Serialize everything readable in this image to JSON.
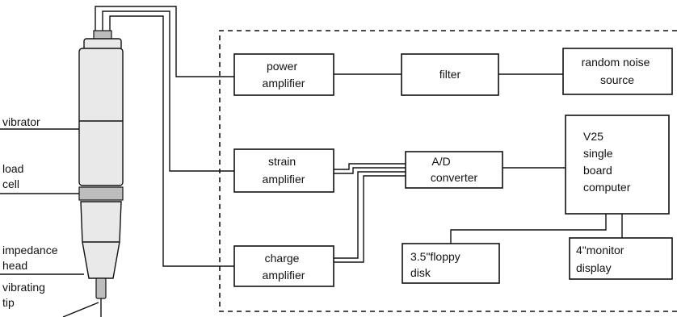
{
  "diagram": {
    "blocks": {
      "power_amplifier": [
        "power",
        "amplifier"
      ],
      "filter": [
        "filter"
      ],
      "random_noise_source": [
        "random noise",
        "source"
      ],
      "strain_amplifier": [
        "strain",
        "amplifier"
      ],
      "ad_converter": [
        "A/D",
        "converter"
      ],
      "v25_computer": [
        "V25",
        "single",
        "board",
        "computer"
      ],
      "charge_amplifier": [
        "charge",
        "amplifier"
      ],
      "floppy_disk": [
        "3.5\"floppy",
        "disk"
      ],
      "monitor_display": [
        "4\"monitor",
        "display"
      ]
    },
    "probe_labels": {
      "vibrator": [
        "vibrator"
      ],
      "load_cell": [
        "load",
        "cell"
      ],
      "impedance_head": [
        "impedance",
        "head"
      ],
      "vibrating_tip": [
        "vibrating",
        "tip"
      ]
    }
  }
}
